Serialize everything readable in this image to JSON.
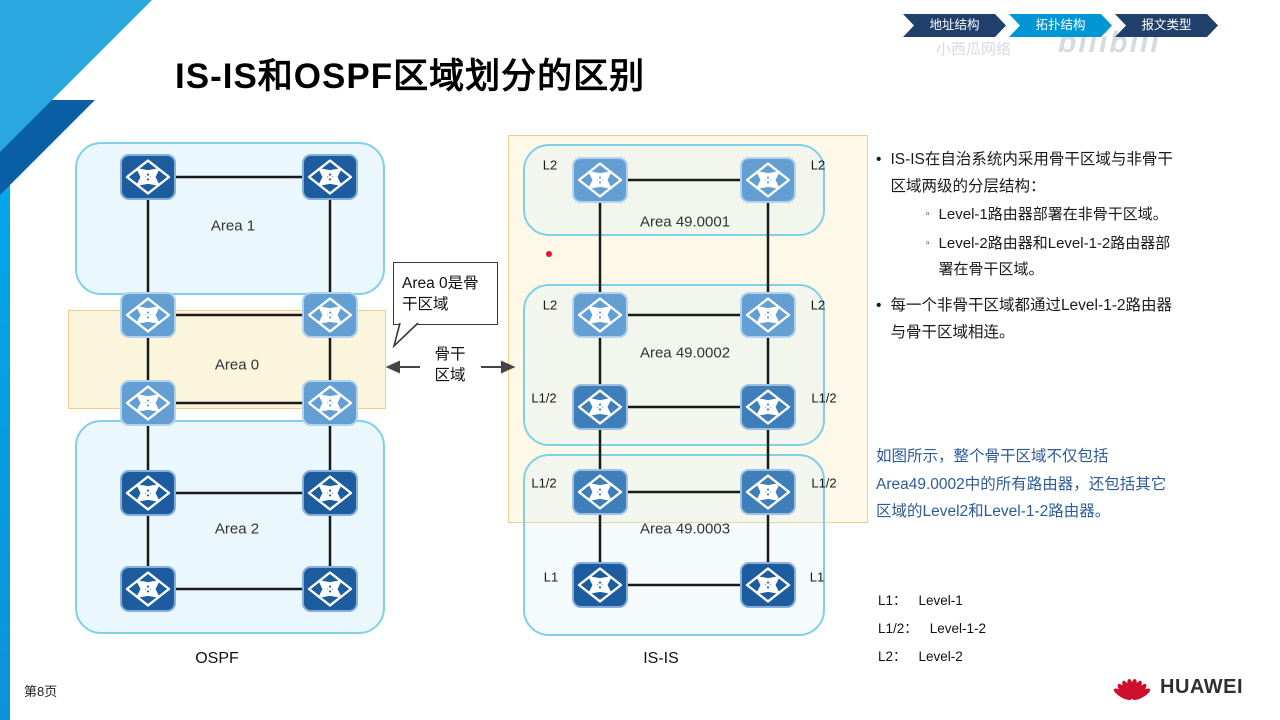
{
  "title": "IS-IS和OSPF区域划分的区别",
  "page_number": "第8页",
  "nav": {
    "tabs": [
      {
        "label": "地址结构",
        "active": false
      },
      {
        "label": "拓扑结构",
        "active": true
      },
      {
        "label": "报文类型",
        "active": false
      }
    ]
  },
  "watermark": {
    "line1": "小西瓜网络",
    "line2": "bilibili"
  },
  "ospf": {
    "caption": "OSPF",
    "area1": "Area 1",
    "area0": "Area 0",
    "area2": "Area 2"
  },
  "isis": {
    "caption": "IS-IS",
    "area1": "Area 49.0001",
    "area2": "Area 49.0002",
    "area3": "Area 49.0003",
    "labels": {
      "a_left": "L2",
      "a_right": "L2",
      "b_left": "L2",
      "b_right": "L2",
      "c_left": "L1/2",
      "c_right": "L1/2",
      "d_left": "L1/2",
      "d_right": "L1/2",
      "e_left": "L1",
      "e_right": "L1"
    }
  },
  "callout": {
    "text": "Area 0是骨干区域"
  },
  "backbone_pointer": {
    "line1": "骨干",
    "line2": "区域"
  },
  "bullets": {
    "b1": "IS-IS在自治系统内采用骨干区域与非骨干区域两级的分层结构：",
    "b1_sub1": "Level-1路由器部署在非骨干区域。",
    "b1_sub2": "Level-2路由器和Level-1-2路由器部署在骨干区域。",
    "b2": "每一个非骨干区域都通过Level-1-2路由器与骨干区域相连。"
  },
  "note": "如图所示，整个骨干区域不仅包括Area49.0002中的所有路由器，还包括其它区域的Level2和Level-1-2路由器。",
  "legend": {
    "l1_key": "L1：",
    "l1_val": "Level-1",
    "l12_key": "L1/2：",
    "l12_val": "Level-1-2",
    "l2_key": "L2：",
    "l2_val": "Level-2"
  },
  "brand": "HUAWEI",
  "colors": {
    "accent_blue": "#0096D6",
    "navy_tab": "#20406B",
    "router_dark": "#1D5C9E",
    "router_light": "#639FD2",
    "backbone_fill": "#FDF8E8",
    "area_border": "#7FD0E8",
    "huawei_red": "#CE0E2D"
  }
}
